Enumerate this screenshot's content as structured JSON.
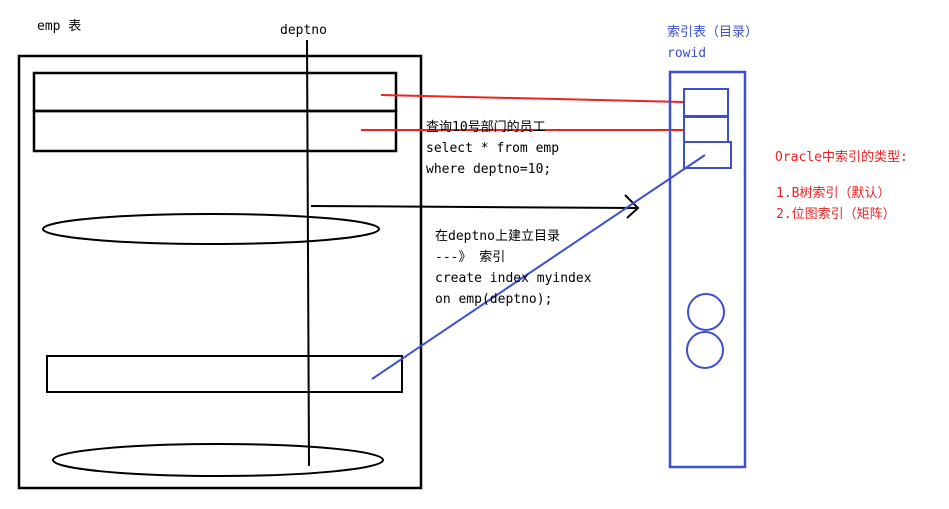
{
  "labels": {
    "emp_table": "emp 表",
    "deptno_column": "deptno",
    "index_table": "索引表（目录）",
    "rowid": "rowid"
  },
  "query_note": {
    "line1": "查询10号部门的员工",
    "line2": "select * from emp",
    "line3": "where deptno=10;"
  },
  "index_note": {
    "line1": "在deptno上建立目录",
    "line2": "---》 索引",
    "line3": "create index myindex",
    "line4": "on emp(deptno);"
  },
  "index_types": {
    "title": "Oracle中索引的类型:",
    "item1": "1.B树索引（默认）",
    "item2": "2.位图索引（矩阵）"
  },
  "colors": {
    "black": "#000000",
    "red": "#ee2222",
    "blue": "#3b4fd0"
  }
}
